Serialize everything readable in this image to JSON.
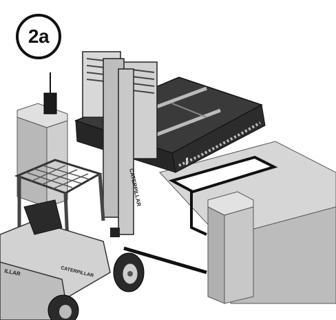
{
  "step": {
    "label": "2a"
  },
  "forklift": {
    "mast_brand": "CATERPILLAR",
    "body_brand": "CATERPILLAR",
    "counterweight_brand": "ILLAR"
  },
  "colors": {
    "concrete_light": "#d9d9d9",
    "concrete_mid": "#bdbdbd",
    "concrete_dark": "#9a9a9a",
    "leveler_dark": "#3b3b3b",
    "forklift_body": "#cfcfcf"
  }
}
